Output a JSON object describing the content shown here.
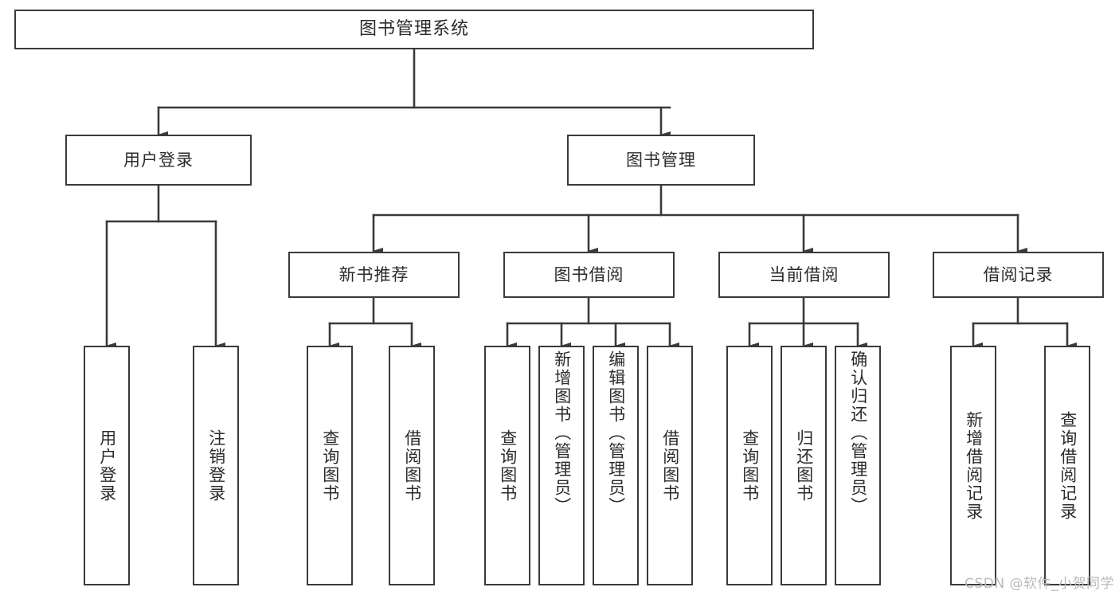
{
  "diagram": {
    "title": "图书管理系统",
    "type": "tree-hierarchy",
    "line_color": "#3a3a3a",
    "text_color": "#2b2b2b",
    "background_color": "#ffffff",
    "watermark": "CSDN @软件_小贺同学"
  },
  "nodes": {
    "root": {
      "label": "图书管理系统"
    },
    "level2": [
      {
        "label": "用户登录"
      },
      {
        "label": "图书管理"
      }
    ],
    "level3": [
      {
        "label": "新书推荐"
      },
      {
        "label": "图书借阅"
      },
      {
        "label": "当前借阅"
      },
      {
        "label": "借阅记录"
      }
    ],
    "leaves": {
      "user_login": [
        {
          "label": "用户登录"
        },
        {
          "label": "注销登录"
        }
      ],
      "new_book_recommend": [
        {
          "label": "查询图书"
        },
        {
          "label": "借阅图书"
        }
      ],
      "book_borrow": [
        {
          "label": "查询图书"
        },
        {
          "label": "新增图书（管理员）"
        },
        {
          "label": "编辑图书（管理员）"
        },
        {
          "label": "借阅图书"
        }
      ],
      "current_borrow": [
        {
          "label": "查询图书"
        },
        {
          "label": "归还图书"
        },
        {
          "label": "确认归还（管理员）"
        }
      ],
      "borrow_records": [
        {
          "label": "新增借阅记录"
        },
        {
          "label": "查询借阅记录"
        }
      ]
    }
  }
}
